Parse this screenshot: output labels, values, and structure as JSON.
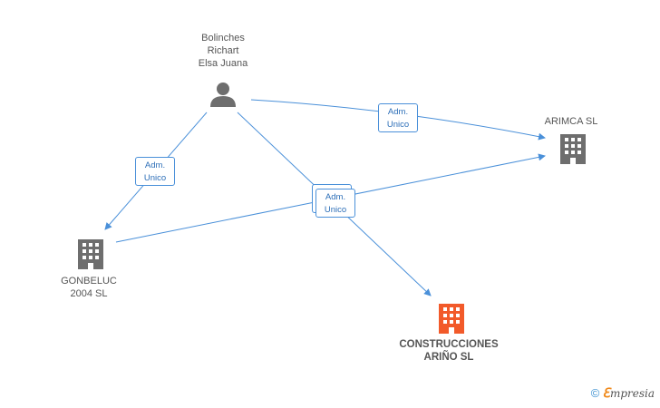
{
  "nodes": {
    "person": {
      "label": "Bolinches\nRichart\nElsa Juana",
      "icon": "person-icon",
      "color": "#6e6e6e"
    },
    "arimca": {
      "label": "ARIMCA SL",
      "icon": "building-icon",
      "color": "#6e6e6e"
    },
    "gonbeluc": {
      "label": "GONBELUC\n2004 SL",
      "icon": "building-icon",
      "color": "#6e6e6e"
    },
    "construcciones": {
      "label": "CONSTRUCCIONES\nARIÑO SL",
      "icon": "building-icon",
      "color": "#f25a2a"
    }
  },
  "edges": [
    {
      "from": "person",
      "to": "arimca",
      "label": "Adm.\nUnico"
    },
    {
      "from": "person",
      "to": "gonbeluc",
      "label": "Adm.\nUnico"
    },
    {
      "from": "person",
      "to": "construcciones",
      "label": "Adm.\nUnico"
    },
    {
      "from": "gonbeluc",
      "to": "arimca",
      "label": "Adm.\nUnico"
    }
  ],
  "colors": {
    "edge": "#4a90d9"
  },
  "footer": {
    "copyright": "©",
    "brand_e": "ℇ",
    "brand_rest": "mpresia"
  }
}
